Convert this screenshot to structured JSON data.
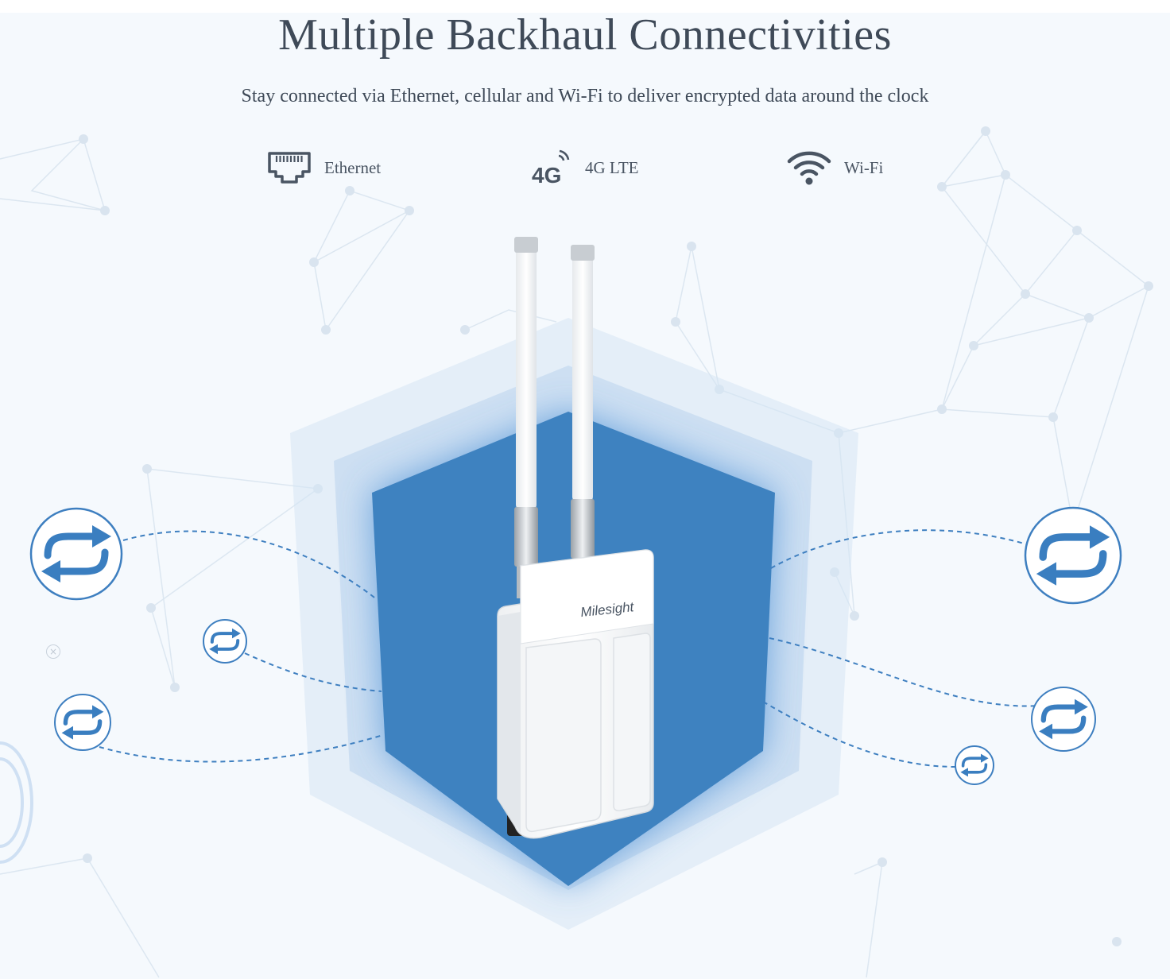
{
  "page": {
    "title": "Multiple Backhaul Connectivities",
    "subtitle": "Stay connected via Ethernet, cellular and Wi-Fi to deliver encrypted data around the clock"
  },
  "connectivity": [
    {
      "label": "Ethernet",
      "icon": "ethernet-port-icon"
    },
    {
      "label": "4G LTE",
      "icon": "4g-signal-icon",
      "icon_text": "4G"
    },
    {
      "label": "Wi-Fi",
      "icon": "wifi-icon"
    }
  ],
  "device": {
    "brand": "Milesight"
  },
  "colors": {
    "text": "#3f4a58",
    "accent_blue": "#3e82c0",
    "icon_blue": "#3a7ec0",
    "background": "#f5f9fd"
  },
  "close_symbol": "×"
}
